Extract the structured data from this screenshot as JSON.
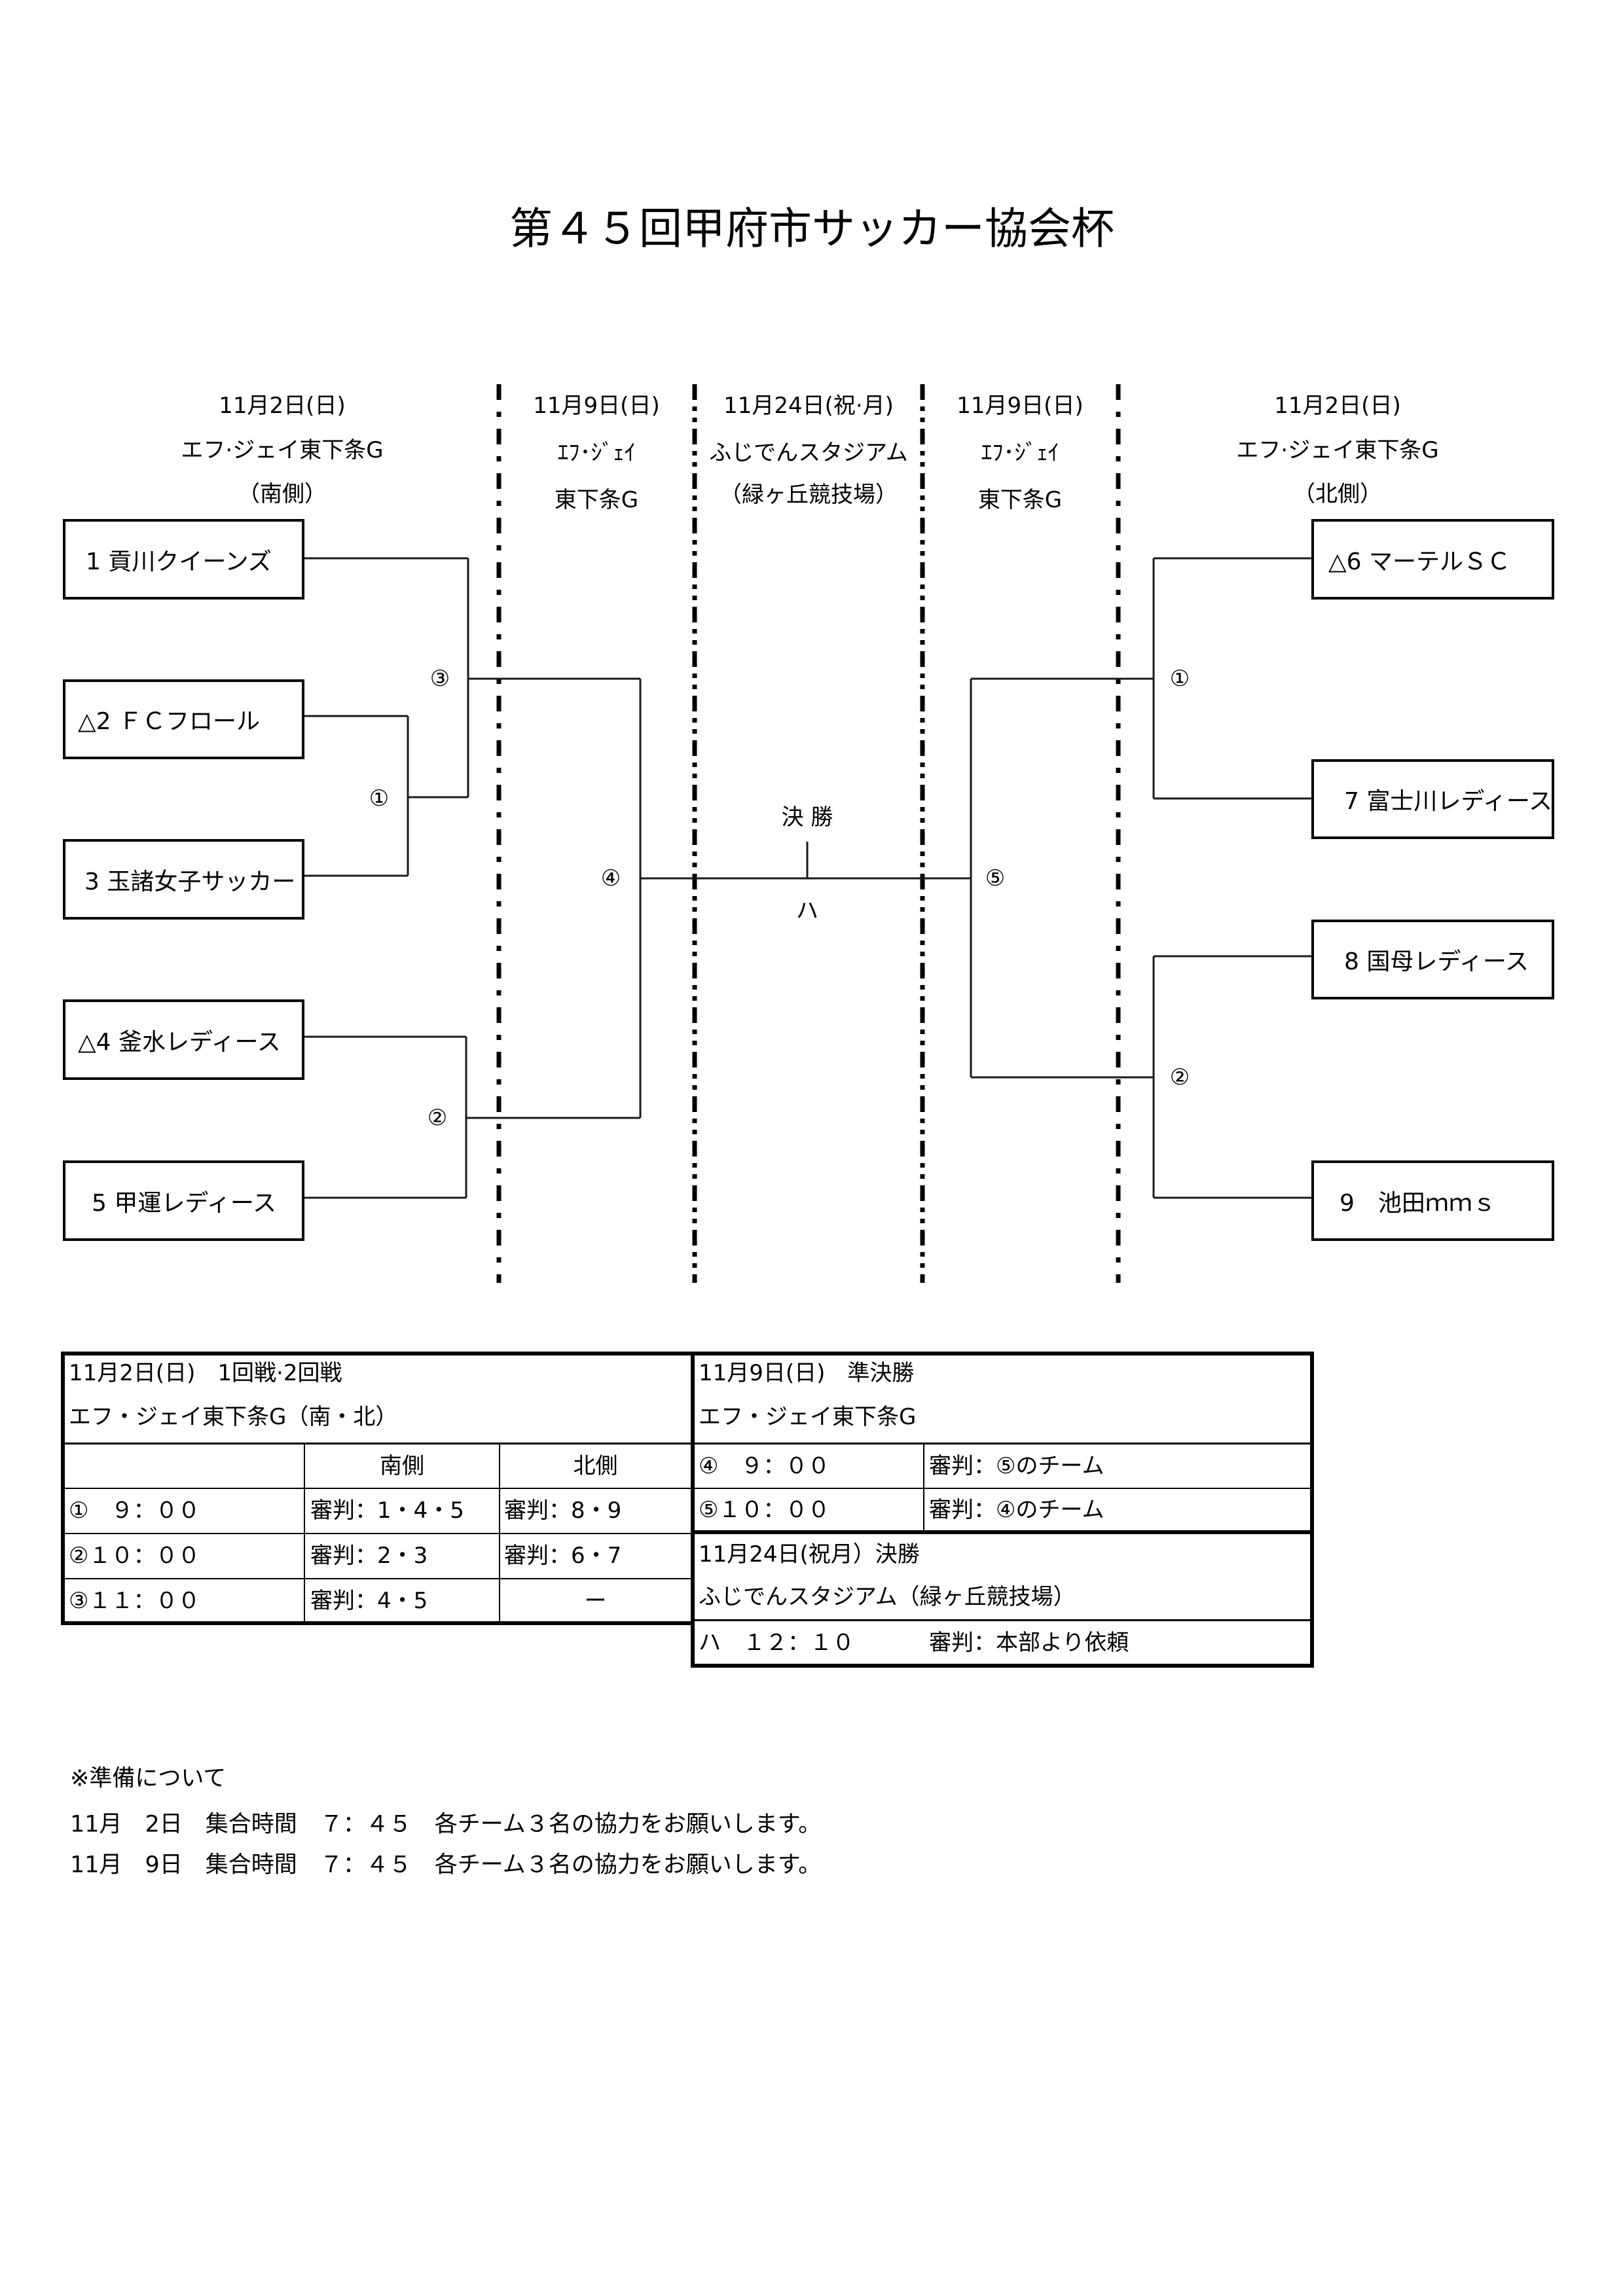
{
  "title": "第４５回甲府市サッカー協会杯",
  "bracket": {
    "columns": [
      {
        "date": "11月2日(日)",
        "venue": "エフ·ジェイ東下条G",
        "note": "（南側）"
      },
      {
        "date": "11月9日(日)",
        "venue": "ｴﾌ･ｼﾞｪｲ",
        "note": "東下条G"
      },
      {
        "date": "11月24日(祝·月)",
        "venue": "ふじでんスタジアム",
        "note": "（緑ヶ丘競技場）"
      },
      {
        "date": "11月9日(日)",
        "venue": "ｴﾌ･ｼﾞｪｲ",
        "note": "東下条G"
      },
      {
        "date": "11月2日(日)",
        "venue": "エフ·ジェイ東下条G",
        "note": "（北側）"
      }
    ],
    "teams_south": [
      "1 貢川クイーンズ",
      "△2 ＦＣフロール",
      "3 玉諸女子サッカー",
      "△4 釜水レディース",
      "5 甲運レディース"
    ],
    "teams_north": [
      "△6 マーテルＳＣ",
      "7 富士川レディース",
      "8 国母レディース",
      "9　池田ｍｍｓ"
    ],
    "match_labels": {
      "match3": "③",
      "match1_south": "①",
      "match2_south": "②",
      "match4": "④",
      "match5": "⑤",
      "match1_north": "①",
      "match2_north": "②",
      "final_title": "決 勝",
      "final_code": "ハ"
    }
  },
  "schedule": {
    "day1": {
      "title": "11月2日(日)　1回戦·2回戦",
      "venue": "エフ・ジェイ東下条G（南・北）",
      "col_south": "南側",
      "col_north": "北側",
      "rows": [
        {
          "time": "①　９：００",
          "south": "審判：1・4・5",
          "north": "審判：8・9"
        },
        {
          "time": "②１０：００",
          "south": "審判：2・3",
          "north": "審判：6・7"
        },
        {
          "time": "③１１：００",
          "south": "審判：4・5",
          "north": "ー"
        }
      ]
    },
    "day2": {
      "title": "11月9日(日)　準決勝",
      "venue": "エフ・ジェイ東下条G",
      "rows": [
        {
          "time": "④　９：００",
          "referee": "審判：⑤のチーム"
        },
        {
          "time": "⑤１０：００",
          "referee": "審判：④のチーム"
        }
      ]
    },
    "day3": {
      "title": "11月24日(祝月）決勝",
      "venue": "ふじでんスタジアム（緑ヶ丘競技場）",
      "rows": [
        {
          "time": "ハ　１２：１０",
          "referee": "審判：本部より依頼"
        }
      ]
    }
  },
  "notes": {
    "heading": "※準備について",
    "lines": [
      "11月　2日　集合時間　７：４５　各チーム３名の協力をお願いします。",
      "11月　9日　集合時間　７：４５　各チーム３名の協力をお願いします。"
    ]
  }
}
